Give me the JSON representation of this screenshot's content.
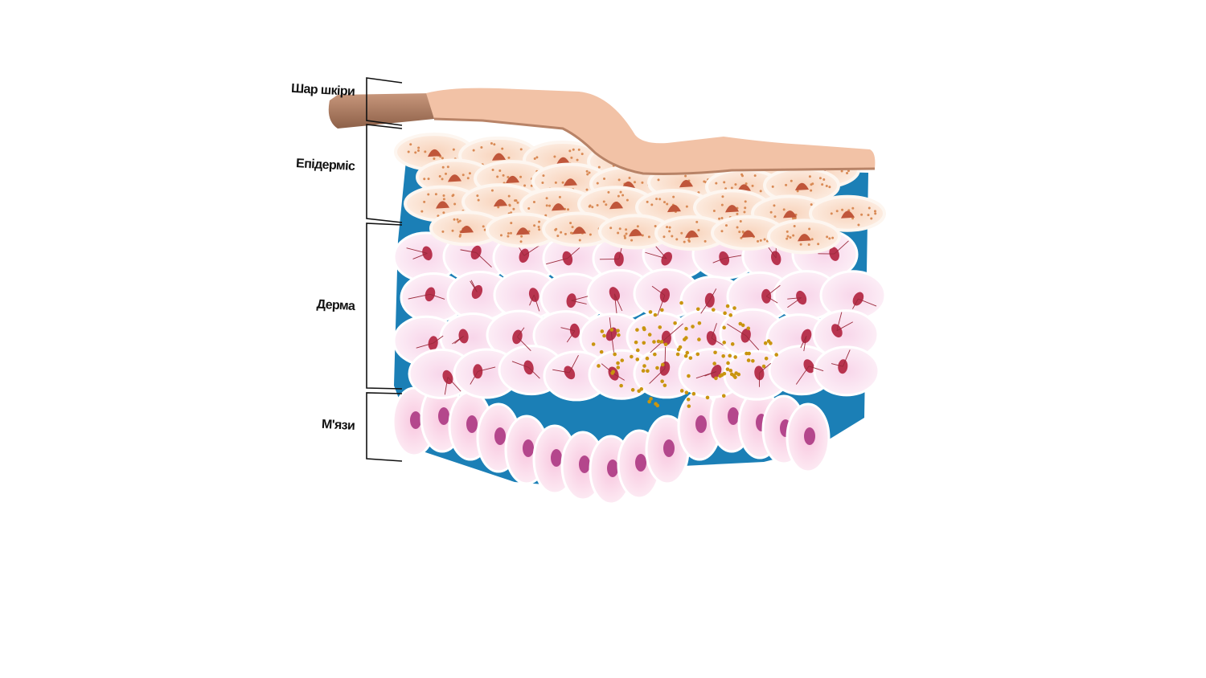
{
  "labels": {
    "skin_layer": "Шар шкіри",
    "epidermis": "Епідерміс",
    "dermis": "Дерма",
    "muscles": "М'язи"
  },
  "colors": {
    "background": "#ffffff",
    "skin_top": "#f2c2a6",
    "skin_side": "#a87a60",
    "epidermis_cell": "#fbe3d3",
    "epidermis_granule": "#d98a55",
    "epidermis_nucleus": "#c0563a",
    "dermis_cell": "#fbe8f4",
    "dermis_nucleus": "#b8344f",
    "fiber": "#9b2a3c",
    "muscle_cell": "#fcdaea",
    "muscle_nucleus": "#b4478c",
    "interstitial": "#1b7fb6",
    "particles": "#c9950f",
    "label_text": "#111111"
  }
}
